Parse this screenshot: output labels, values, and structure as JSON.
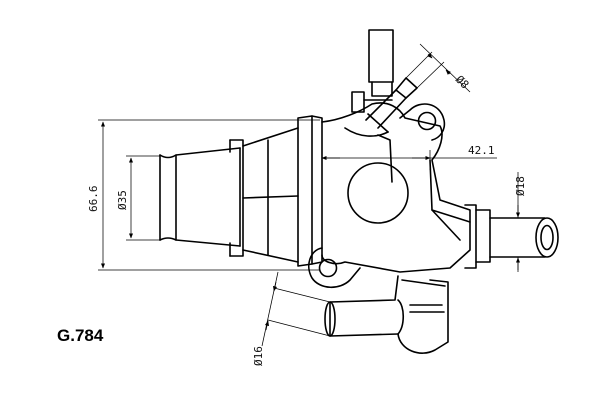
{
  "part_code": "G.784",
  "dimensions": {
    "outlet_diameter": "Ø35",
    "flange_height": "66.6",
    "offset": "42.1",
    "side_pipe_diameter": "Ø18",
    "lower_pipe_diameter": "Ø16",
    "sensor_diameter": "Ø8"
  }
}
